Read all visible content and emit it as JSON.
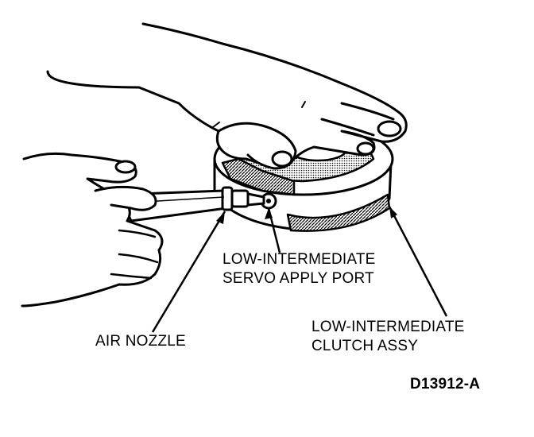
{
  "labels": {
    "servo_port_line1": "LOW-INTERMEDIATE",
    "servo_port_line2": "SERVO APPLY PORT",
    "clutch_line1": "LOW-INTERMEDIATE",
    "clutch_line2": "CLUTCH ASSY",
    "air_nozzle": "AIR NOZZLE"
  },
  "figure_id": "D13912-A",
  "colors": {
    "ink": "#000000",
    "paper": "#ffffff",
    "shade": "#555555"
  }
}
